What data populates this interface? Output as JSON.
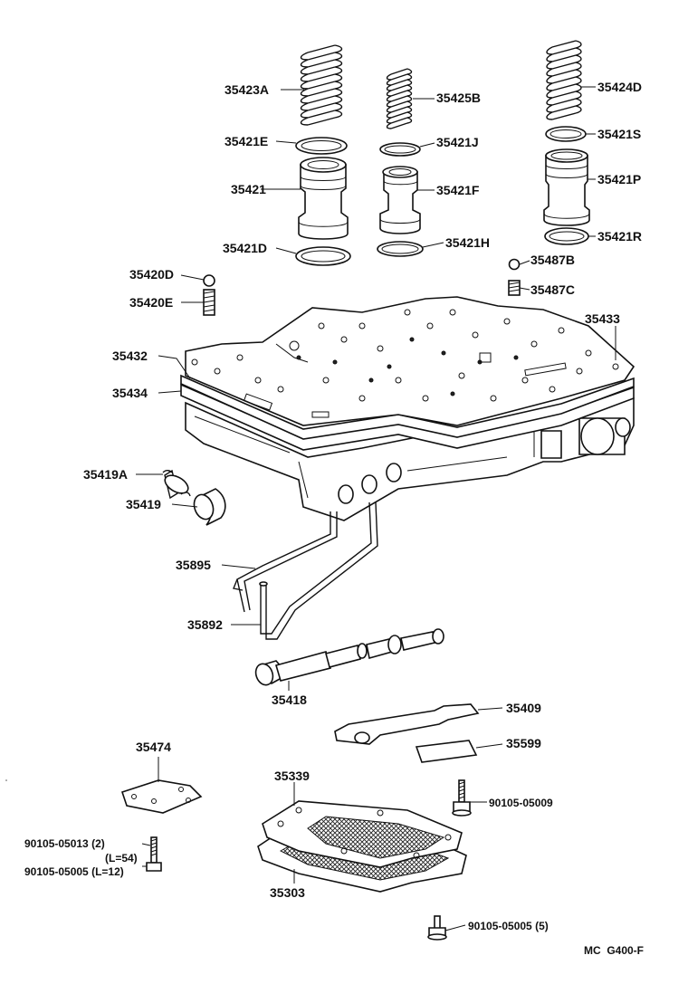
{
  "labels": {
    "p35423A": "35423A",
    "p35425B": "35425B",
    "p35424D": "35424D",
    "p35421E": "35421E",
    "p35421J": "35421J",
    "p35421S": "35421S",
    "p35421": "35421",
    "p35421F": "35421F",
    "p35421P": "35421P",
    "p35421D": "35421D",
    "p35421H": "35421H",
    "p35421R": "35421R",
    "p35420D": "35420D",
    "p35487B": "35487B",
    "p35420E": "35420E",
    "p35487C": "35487C",
    "p35433": "35433",
    "p35432": "35432",
    "p35434": "35434",
    "p35419A": "35419A",
    "p35419": "35419",
    "p35895": "35895",
    "p35892": "35892",
    "p35418": "35418",
    "p35409": "35409",
    "p35599": "35599",
    "p35474": "35474",
    "p35339": "35339",
    "p90105_05009": "90105-05009",
    "p90105_05013": "90105-05013 (2)",
    "pL54": "(L=54)",
    "p90105_05005_L12": "90105-05005 (L=12)",
    "p35303": "35303",
    "p90105_05005_5": "90105-05005 (5)"
  },
  "footer": {
    "code": "MC  G400-F"
  }
}
